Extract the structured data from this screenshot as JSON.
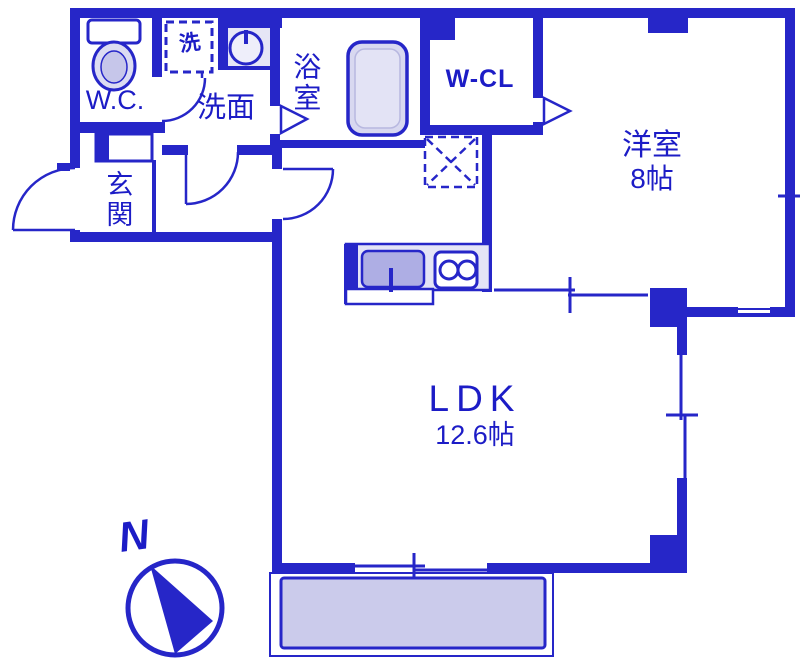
{
  "floorplan": {
    "rooms": {
      "wc": {
        "label": "W.C."
      },
      "washroom": {
        "label": "洗面"
      },
      "laundry_space": {
        "label": "洗"
      },
      "bathroom": {
        "label": "浴室"
      },
      "walk_in_closet": {
        "label": "W-CL"
      },
      "western_room": {
        "label": "洋室",
        "size": "8帖"
      },
      "entrance": {
        "label": "玄関"
      },
      "ldk": {
        "label": "LDK",
        "size": "12.6帖"
      }
    },
    "compass": {
      "label": "N"
    },
    "colors": {
      "wall_blue": "#2626c8",
      "text_blue": "#1c1cc6",
      "light_fixture_fill": "#d8d8f0",
      "balcony_fill": "#cbcbeb",
      "kitchen_sink_fill": "#aeaee4",
      "background": "#ffffff"
    }
  }
}
